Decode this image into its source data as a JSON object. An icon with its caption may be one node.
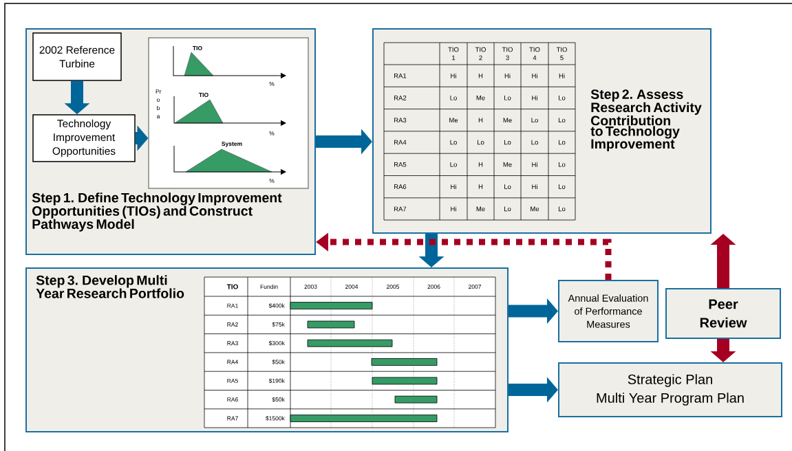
{
  "diagram": {
    "nodes": [
      {
        "text": [
          "Step 1. Define Technology Improvement Opportunities (TIOs) and Construct Pathways Model"
        ]
      },
      {
        "text": [
          "2002 Reference Turbine"
        ],
        "in": 0
      },
      {
        "text": [
          "Technology Improvement Opportunities"
        ],
        "in": 0
      },
      {
        "text": [
          "TIO",
          "%",
          "TIO",
          "%",
          "System",
          "%",
          "Pr o b a"
        ],
        "in": 0
      },
      {
        "text": [
          "Step 2. Assess Research Activity Contribution to Technology Improvement"
        ]
      },
      {
        "text": [
          "Step 3. Develop Multi Year Research Portfolio"
        ]
      },
      {
        "text": [
          "Annual Evaluation of Performance Measures"
        ]
      },
      {
        "text": [
          "Peer Review"
        ]
      },
      {
        "text": [
          "Strategic Plan",
          "Multi Year Program Plan"
        ]
      }
    ],
    "edges": [
      {
        "from": 1,
        "to": 2,
        "arrow": "to"
      },
      {
        "from": 2,
        "to": 3,
        "arrow": "to"
      },
      {
        "from": 0,
        "to": 4,
        "arrow": "to"
      },
      {
        "from": 4,
        "to": 5,
        "arrow": "to"
      },
      {
        "from": 6,
        "to": 0,
        "arrow": "to",
        "style": "dashed",
        "color": "#a50021"
      },
      {
        "from": 5,
        "to": 6,
        "arrow": "to"
      },
      {
        "from": 5,
        "to": 8,
        "arrow": "to"
      },
      {
        "from": 7,
        "to": 4,
        "arrow": "to",
        "color": "#a50021"
      },
      {
        "from": 7,
        "to": 8,
        "arrow": "to",
        "color": "#a50021"
      }
    ],
    "labels": [
      "TIO 1",
      "TIO 2",
      "TIO 3",
      "TIO 4",
      "TIO 5",
      "RA1",
      "Hi",
      "H",
      "Hi",
      "Hi",
      "Hi",
      "RA2",
      "Lo",
      "Me",
      "Lo",
      "Hi",
      "Lo",
      "RA3",
      "Me",
      "H",
      "Me",
      "Lo",
      "Lo",
      "RA4",
      "Lo",
      "Lo",
      "Lo",
      "Lo",
      "Lo",
      "RA5",
      "Lo",
      "H",
      "Me",
      "Hi",
      "Lo",
      "RA6",
      "Hi",
      "H",
      "Lo",
      "Hi",
      "Lo",
      "RA7",
      "Hi",
      "Me",
      "Lo",
      "Me",
      "Lo",
      "TIO",
      "Fundin",
      "2003",
      "2004",
      "2005",
      "2006",
      "2007",
      "RA1",
      "$400k",
      "RA2",
      "$75k",
      "RA3",
      "$300k",
      "RA4",
      "$50k",
      "RA5",
      "$190k",
      "RA6",
      "$50k",
      "RA7",
      "$1500k"
    ]
  }
}
